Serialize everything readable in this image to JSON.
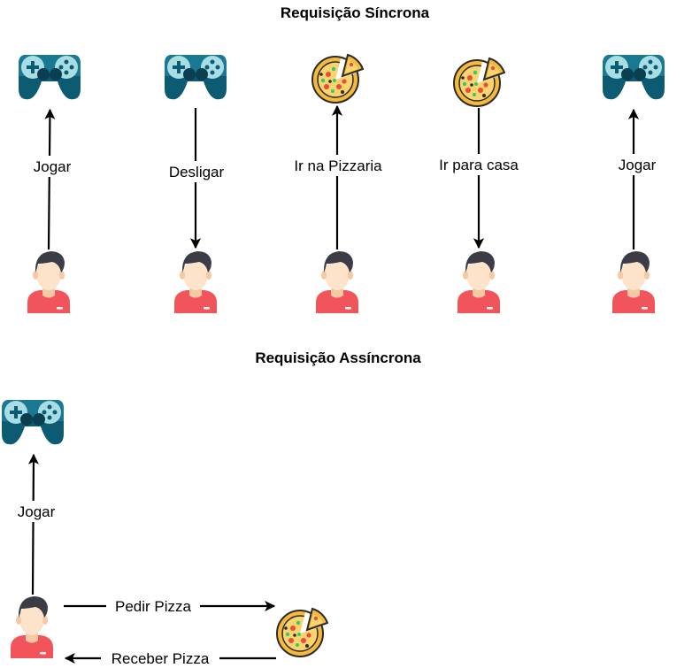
{
  "titles": {
    "sync": "Requisição Síncrona",
    "async": "Requisição Assíncrona"
  },
  "sync_steps": [
    {
      "label": "Jogar",
      "direction": "up",
      "target_icon": "gamepad-icon"
    },
    {
      "label": "Desligar",
      "direction": "down",
      "target_icon": "gamepad-icon"
    },
    {
      "label": "Ir na Pizzaria",
      "direction": "up",
      "target_icon": "pizza-icon"
    },
    {
      "label": "Ir para casa",
      "direction": "down",
      "target_icon": "pizza-icon"
    },
    {
      "label": "Jogar",
      "direction": "up",
      "target_icon": "gamepad-icon"
    }
  ],
  "async_steps": {
    "play": {
      "label": "Jogar",
      "direction": "up",
      "target_icon": "gamepad-icon"
    },
    "order": {
      "label": "Pedir Pizza",
      "direction": "right",
      "target_icon": "pizza-icon"
    },
    "receive": {
      "label": "Receber Pizza",
      "direction": "left",
      "target_icon": "person-icon"
    }
  },
  "colors": {
    "gamepad_dark": "#0d5b73",
    "gamepad_light": "#a9dde4",
    "pizza_crust": "#f6b93b",
    "skin": "#fde3c9",
    "hair": "#3c3c46",
    "shirt": "#f2545b"
  }
}
